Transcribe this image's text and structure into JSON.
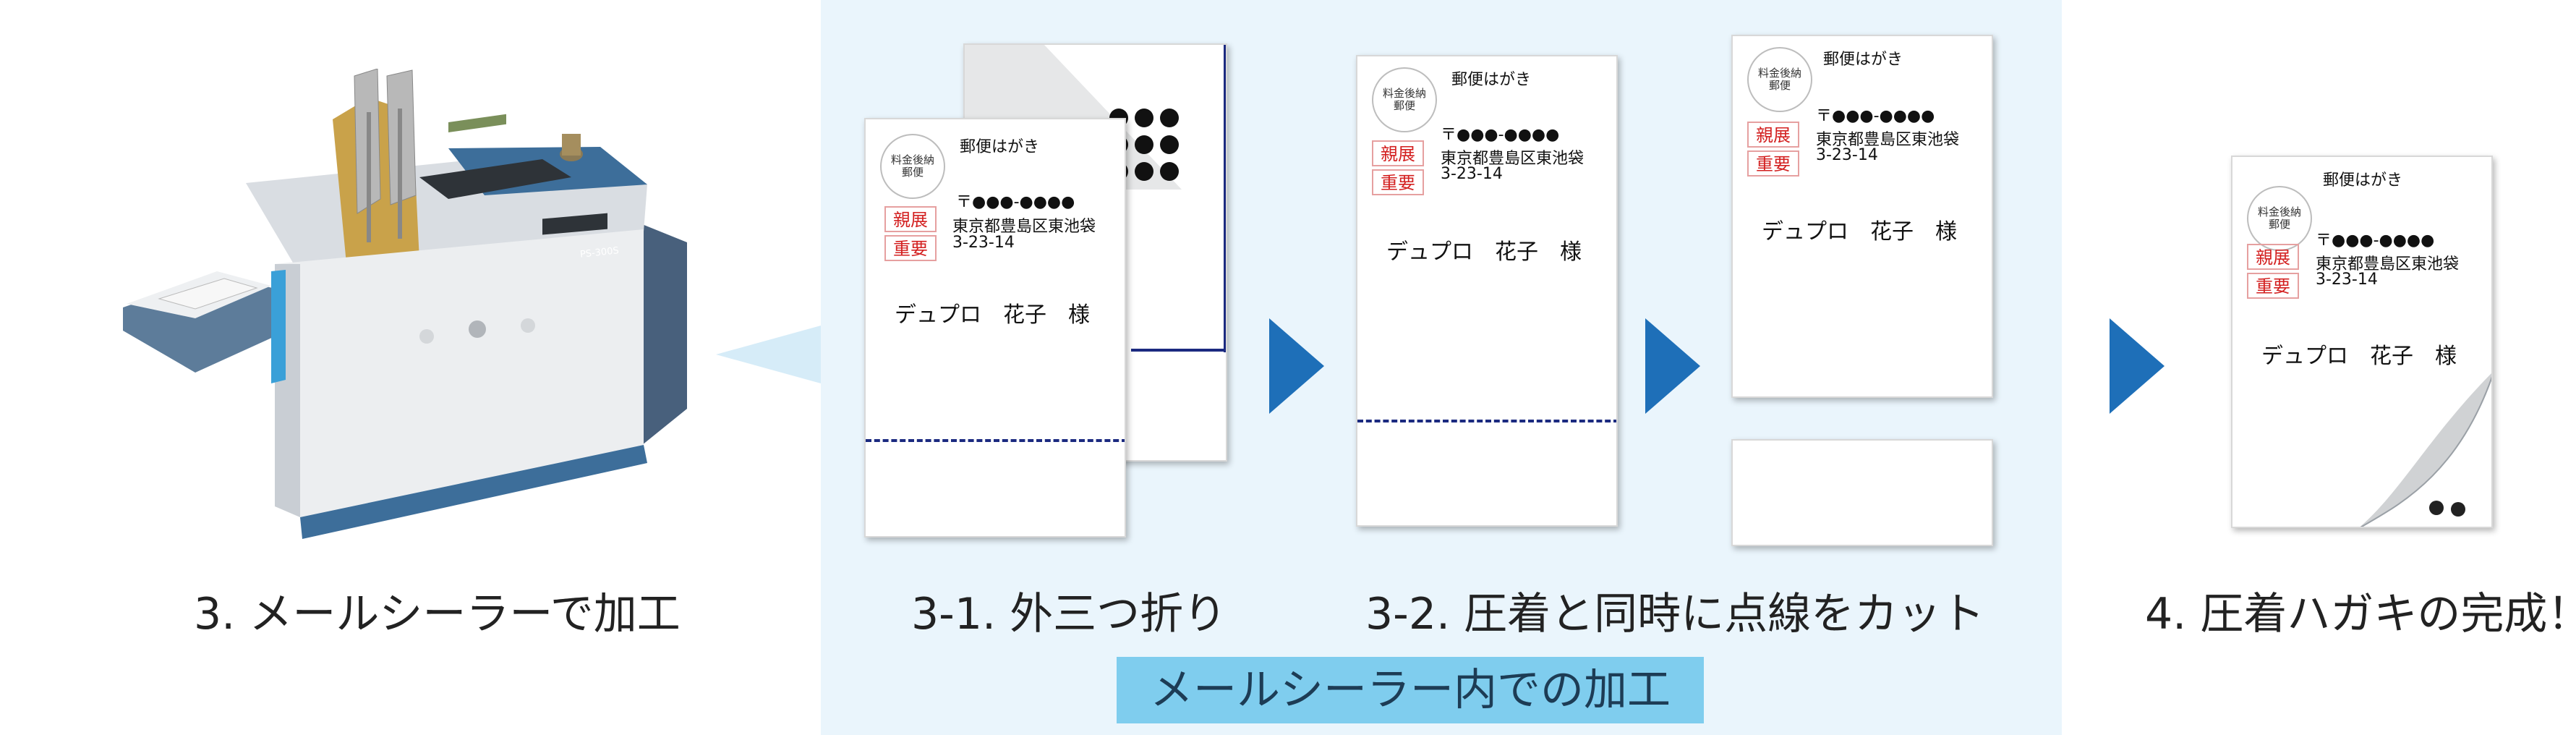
{
  "steps": {
    "machine": "3. メールシーラーで加工",
    "fold": "3-1. 外三つ折り",
    "cut": "3-2. 圧着と同時に点線をカット",
    "done": "4. 圧着ハガキの完成！"
  },
  "inner_process_label": "メールシーラー内での加工",
  "machine_model": "PS-300S",
  "postcard": {
    "title": "郵便はがき",
    "stamp_line1": "料金後納",
    "stamp_line2": "郵便",
    "postal": "〒●●●-●●●●",
    "address1": "東京都豊島区東池袋",
    "address2": "3-23-14",
    "stamp_red1": "親展",
    "stamp_red2": "重要",
    "recipient": "デュプロ　花子　様"
  },
  "colors": {
    "accent_blue": "#1e6fb8",
    "panel_bg": "#eaf5fc",
    "label_bg": "#7fcdee",
    "dashed_line": "#1b2a80",
    "red_stamp": "#d32020"
  }
}
